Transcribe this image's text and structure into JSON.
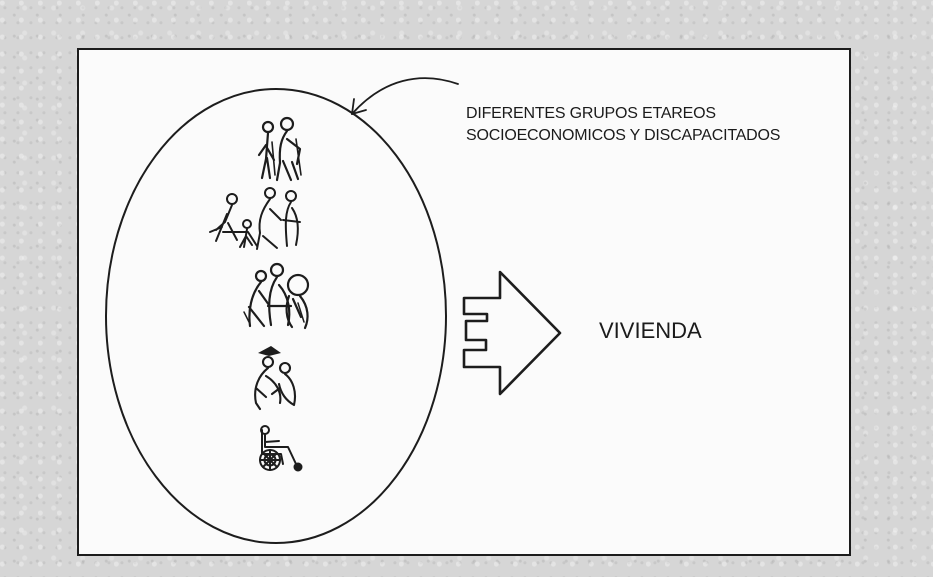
{
  "diagram": {
    "groups_label": {
      "line1": "DIFERENTES GRUPOS ETAREOS",
      "line2": "SOCIOECONOMICOS Y DISCAPACITADOS"
    },
    "housing_label": "VIVIENDA",
    "population_icons": [
      "family-group-icon",
      "children-and-adults-icon",
      "adult-group-icon",
      "elderly-couple-icon",
      "wheelchair-user-icon"
    ],
    "colors": {
      "ink": "#1b1b1b",
      "paper": "#fbfbfb",
      "background": "#d6d6d6"
    }
  }
}
